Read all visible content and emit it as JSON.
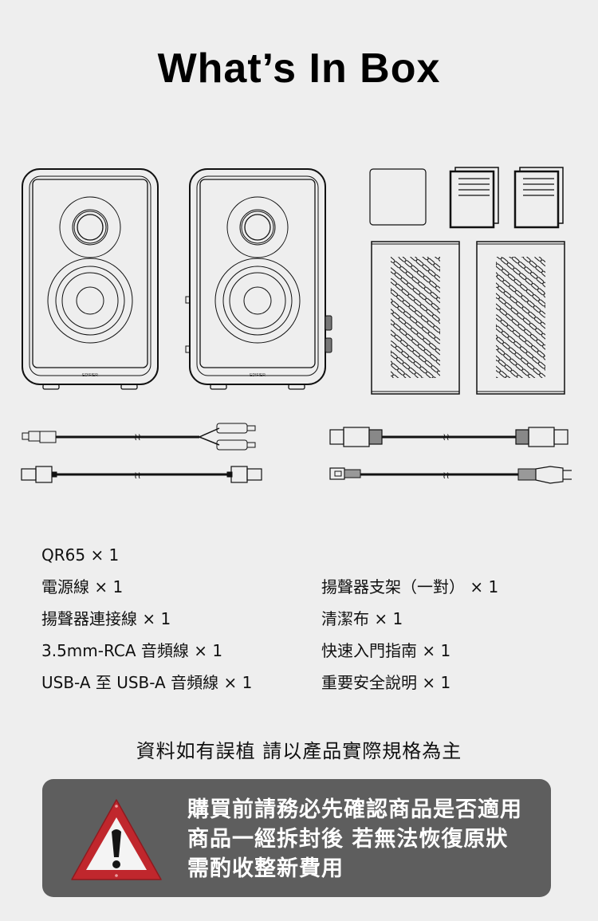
{
  "header": {
    "title": "What’s In Box"
  },
  "illustrations": {
    "speaker_left": {
      "icon": "speaker-icon",
      "brand": "EDIFIER"
    },
    "speaker_right": {
      "icon": "speaker-icon",
      "brand": "EDIFIER"
    },
    "cleaning_cloth": {
      "icon": "cloth-icon"
    },
    "quick_start_guide": {
      "icon": "document-icon"
    },
    "safety_instructions": {
      "icon": "document-icon"
    },
    "speaker_stand_left": {
      "icon": "stand-icon"
    },
    "speaker_stand_right": {
      "icon": "stand-icon"
    },
    "rca_cable": {
      "icon": "3.5mm-to-rca-cable-icon"
    },
    "usb_cable": {
      "icon": "usb-a-cable-icon"
    },
    "speaker_link_cable": {
      "icon": "speaker-link-cable-icon"
    },
    "power_cable": {
      "icon": "power-cable-icon"
    }
  },
  "contents": {
    "left": [
      "QR65 × 1",
      "電源線 × 1",
      "揚聲器連接線 × 1",
      "3.5mm-RCA 音頻線 × 1",
      "USB-A 至 USB-A 音頻線 × 1"
    ],
    "right": [
      "揚聲器支架（一對） × 1",
      "清潔布 × 1",
      "快速入門指南 × 1",
      "重要安全說明 × 1"
    ]
  },
  "disclaimer": "資料如有誤植 請以產品實際規格為主",
  "warning": {
    "icon": "warning-triangle-icon",
    "lines": [
      "購買前請務必先確認商品是否適用",
      "商品一經拆封後 若無法恢復原狀",
      "需酌收整新費用"
    ],
    "colors": {
      "box": "#5e5e5e",
      "triangle": "#c0272d",
      "text": "#ffffff"
    }
  }
}
